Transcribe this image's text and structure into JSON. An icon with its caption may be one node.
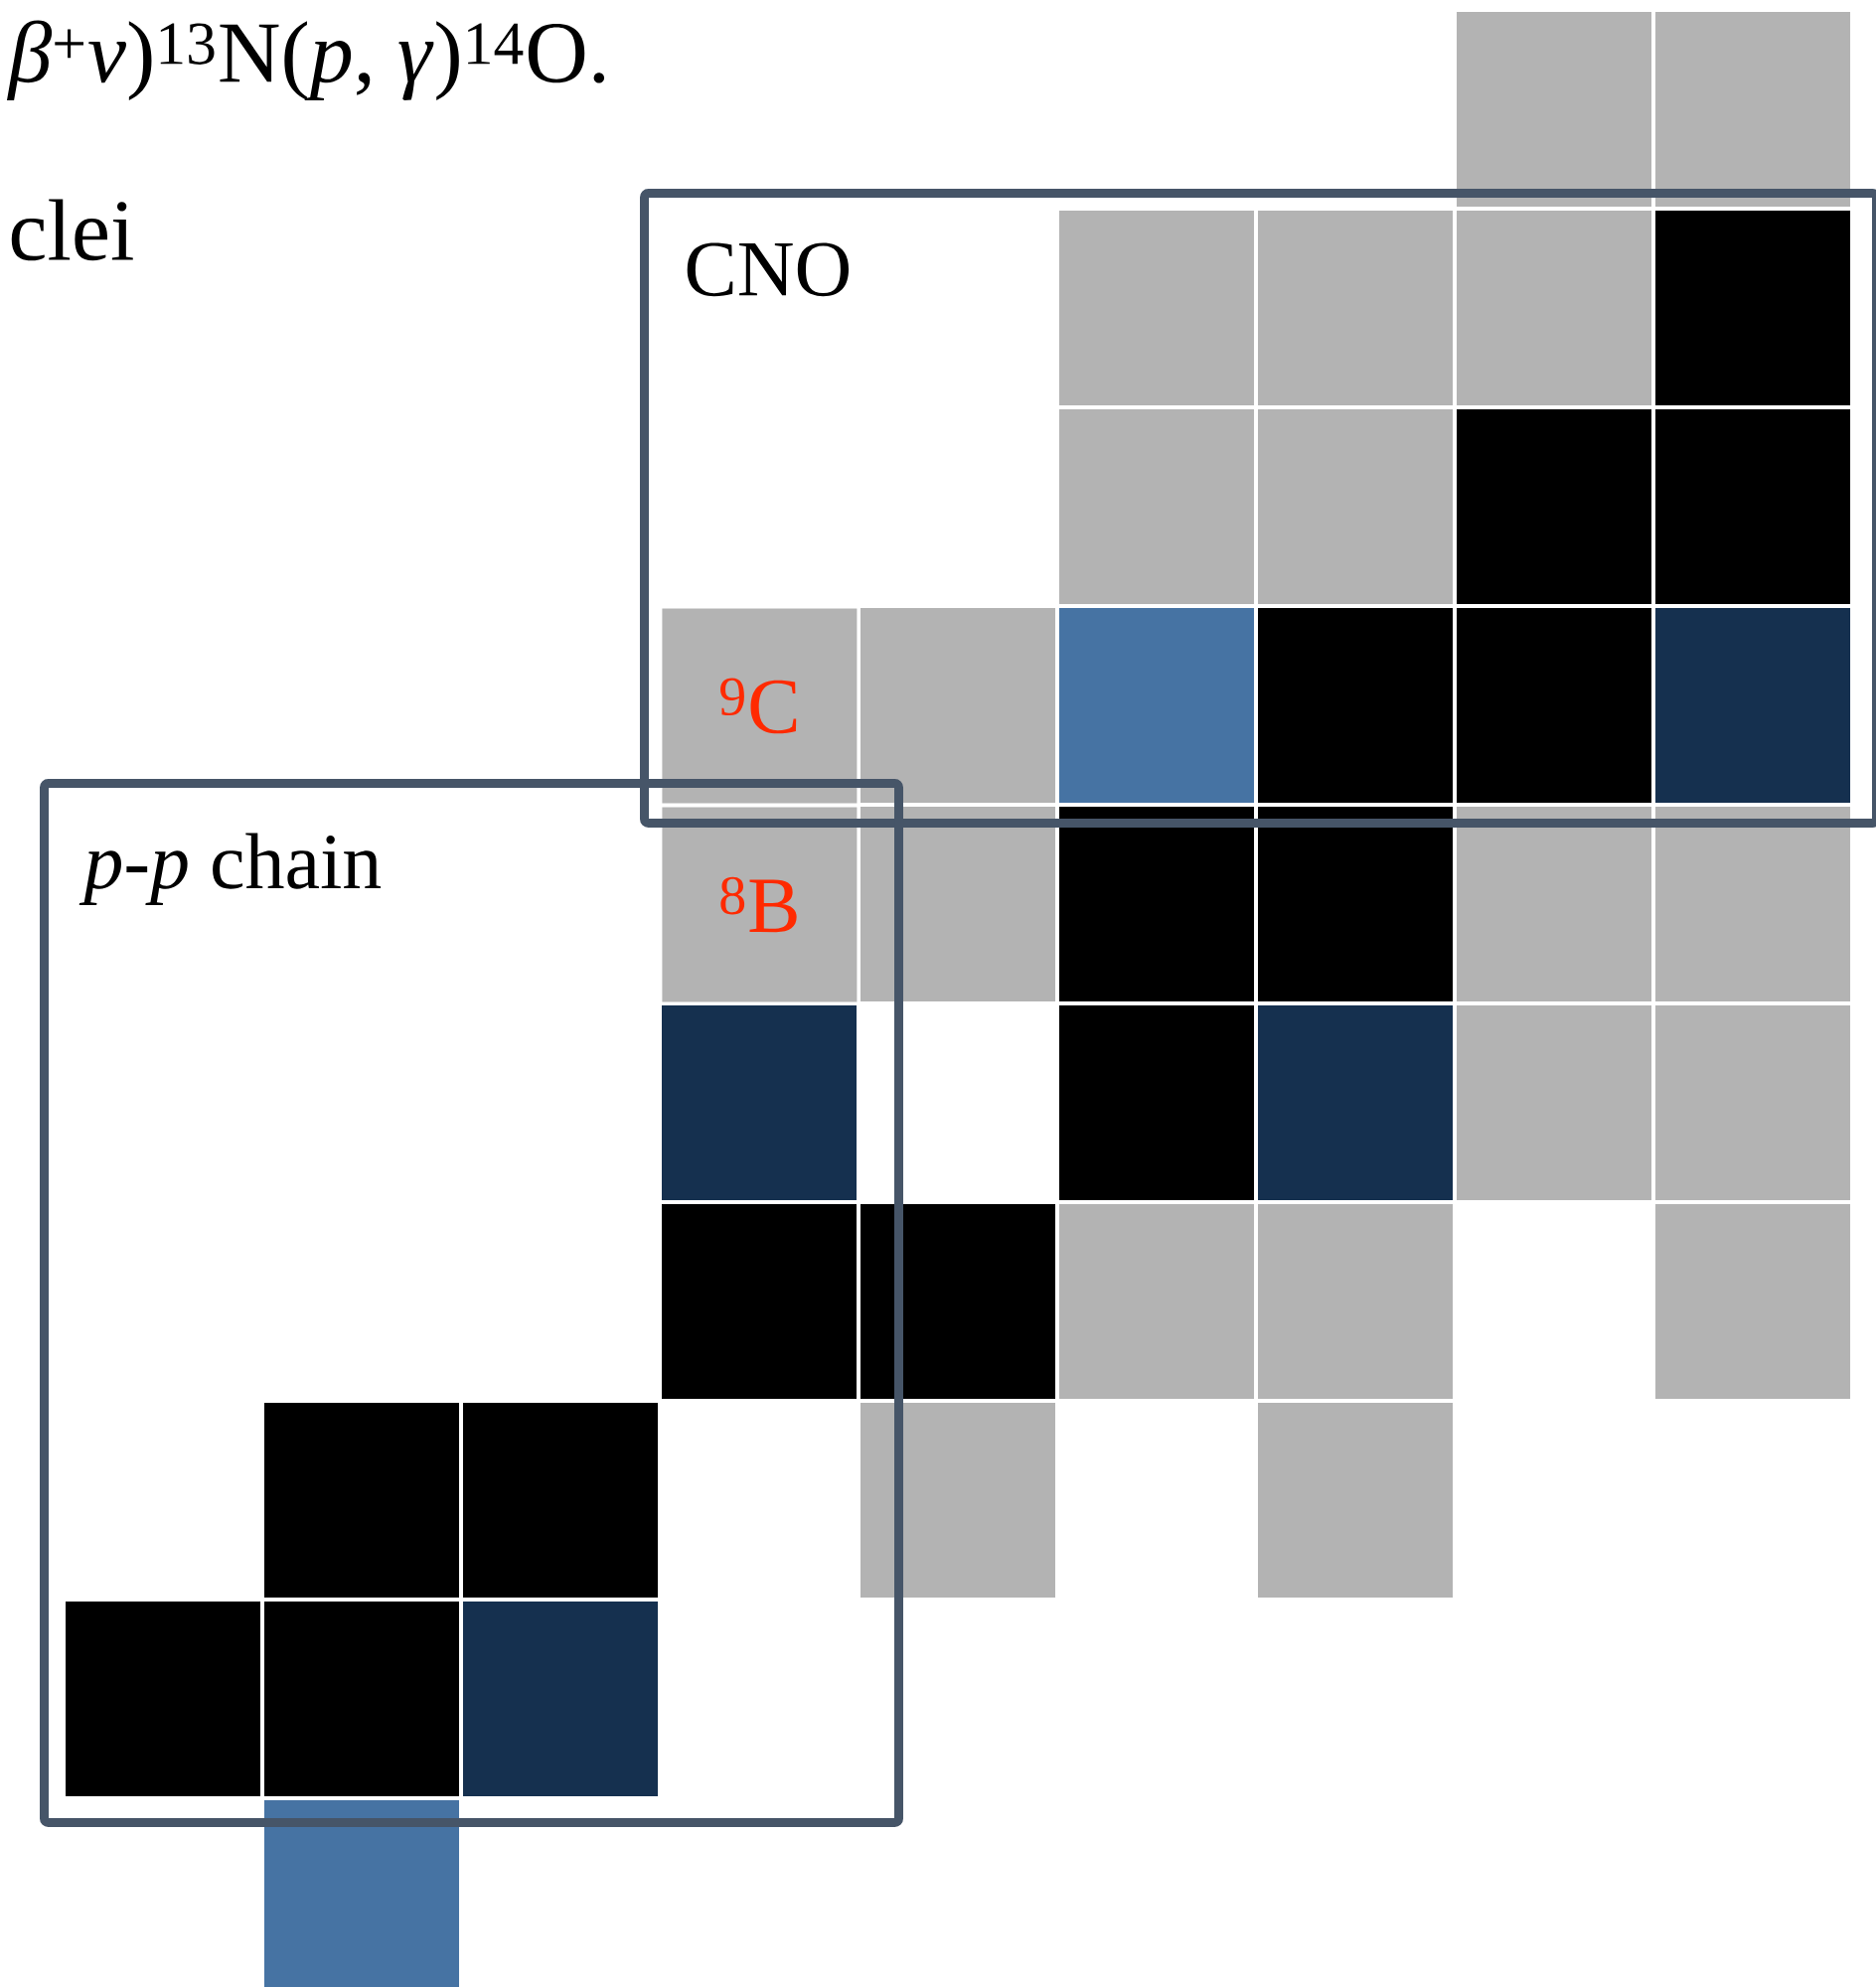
{
  "diagram": {
    "nodes": [
      {
        "text": [
          "CNO"
        ]
      },
      {
        "text": [
          "*p*-*p* chain"
        ]
      },
      {
        "text": [
          "$^{9}$C"
        ],
        "in": 0
      },
      {
        "text": [
          "$^{8}$B"
        ],
        "in": 1
      }
    ],
    "labels": [
      "*β*$^{+}$*ν*)$^{13}$N(*p*, *γ*)$^{14}$O.",
      "clei"
    ]
  }
}
